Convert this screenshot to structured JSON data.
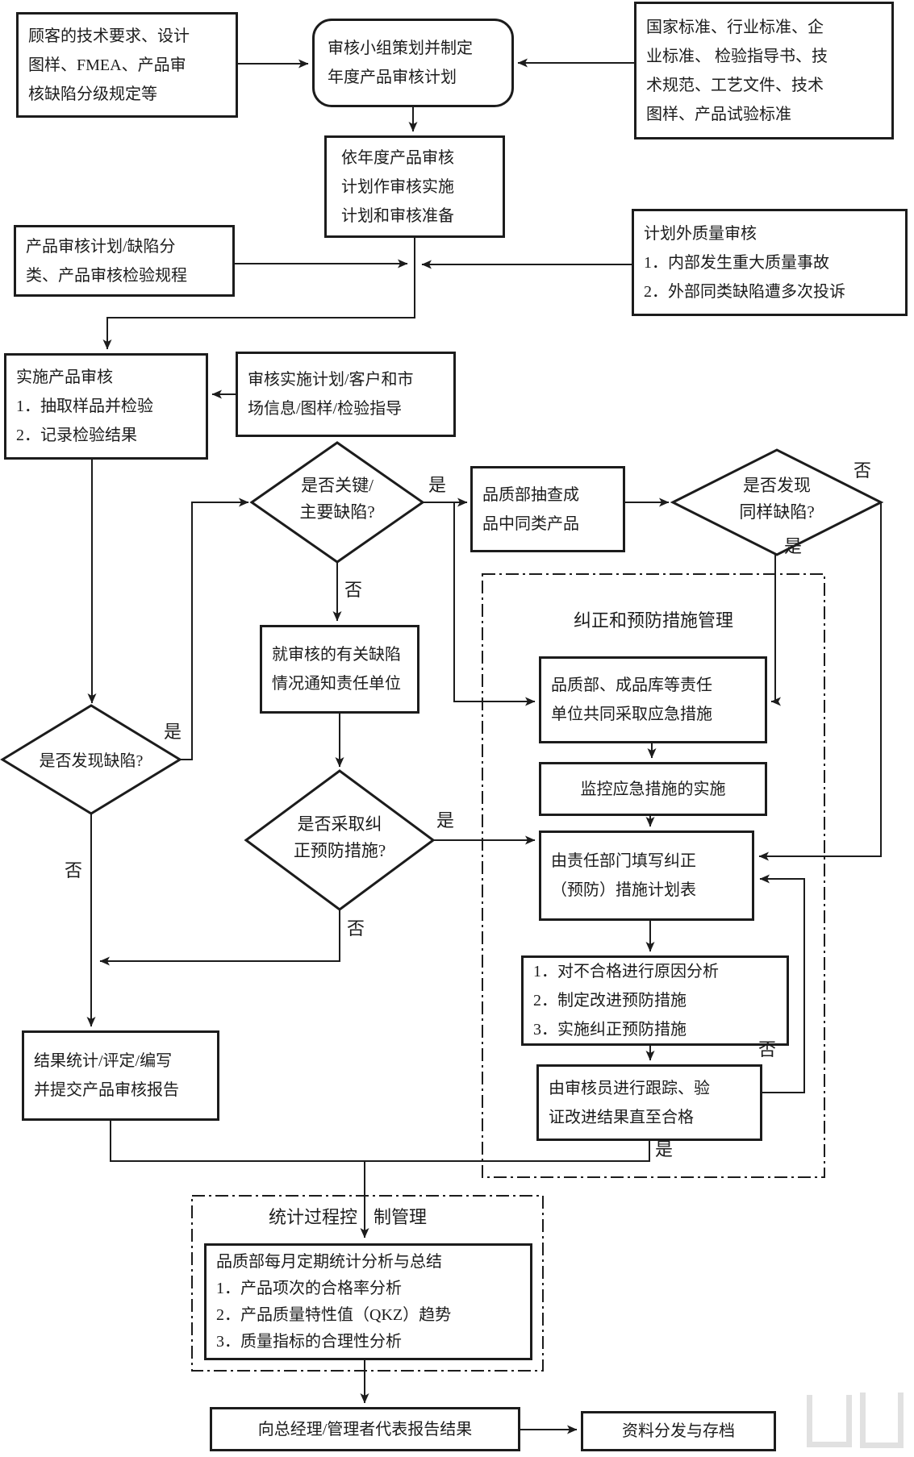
{
  "nodes": {
    "customer_requirements": {
      "lines": [
        "顾客的技术要求、设计",
        "图样、FMEA、产品审",
        "核缺陷分级规定等"
      ]
    },
    "audit_team_plan": {
      "lines": [
        "审核小组策划并制定",
        "年度产品审核计划"
      ]
    },
    "standards_inputs": {
      "lines": [
        "国家标准、行业标准、企",
        "业标准、 检验指导书、技",
        "术规范、工艺文件、技术",
        "图样、产品试验标准"
      ]
    },
    "annual_prepare": {
      "lines": [
        "依年度产品审核",
        "计划作审核实施",
        "计划和审核准备"
      ]
    },
    "audit_plan_defect_class": {
      "lines": [
        "产品审核计划/缺陷分",
        "类、产品审核检验规程"
      ]
    },
    "unplanned_audit": {
      "lines": [
        "计划外质量审核",
        "1．内部发生重大质量事故",
        "2．外部同类缺陷遭多次投诉"
      ]
    },
    "implement_audit": {
      "lines": [
        "实施产品审核",
        "1．抽取样品并检验",
        "2．记录检验结果"
      ]
    },
    "audit_inputs": {
      "lines": [
        "审核实施计划/客户和市",
        "场信息/图样/检验指导"
      ]
    },
    "decision_key_defect": {
      "lines": [
        "是否关键/",
        "主要缺陷?"
      ]
    },
    "qa_spot_check": {
      "lines": [
        "品质部抽查成",
        "品中同类产品"
      ]
    },
    "decision_same_defect": {
      "lines": [
        "是否发现",
        "同样缺陷?"
      ]
    },
    "decision_defect_found": {
      "lines": [
        "是否发现缺陷?"
      ]
    },
    "notify_responsible": {
      "lines": [
        "就审核的有关缺陷",
        "情况通知责任单位"
      ]
    },
    "decision_corrective": {
      "lines": [
        "是否采取纠",
        "正预防措施?"
      ]
    },
    "emergency_measures": {
      "lines": [
        "品质部、成品库等责任",
        "单位共同采取应急措施"
      ]
    },
    "monitor_emergency": {
      "lines": [
        "监控应急措施的实施"
      ]
    },
    "fill_corrective_plan": {
      "lines": [
        "由责任部门填写纠正",
        "（预防）措施计划表"
      ]
    },
    "cause_analysis": {
      "lines": [
        "1．对不合格进行原因分析",
        "2．制定改进预防措施",
        "3．实施纠正预防措施"
      ]
    },
    "auditor_tracking": {
      "lines": [
        "由审核员进行跟踪、验",
        "证改进结果直至合格"
      ]
    },
    "result_report": {
      "lines": [
        "结果统计/评定/编写",
        "并提交产品审核报告"
      ]
    },
    "monthly_stats": {
      "lines": [
        "品质部每月定期统计分析与总结",
        "1．产品项次的合格率分析",
        "2．产品质量特性值（QKZ）趋势",
        "3．质量指标的合理性分析"
      ]
    },
    "report_gm": {
      "lines": [
        "向总经理/管理者代表报告结果"
      ]
    },
    "archive": {
      "lines": [
        "资料分发与存档"
      ]
    }
  },
  "containers": {
    "corrective_management": {
      "label": "纠正和预防措施管理"
    },
    "spc_management": {
      "label_left": "统计过程控",
      "label_right": "制管理"
    }
  },
  "edge_labels": {
    "defect_found_yes": "是",
    "defect_found_no": "否",
    "key_defect_yes": "是",
    "key_defect_no": "否",
    "same_defect_no": "否",
    "same_defect_yes": "是",
    "corrective_yes": "是",
    "corrective_no": "否",
    "track_no": "否",
    "track_yes": "是"
  },
  "colors": {
    "ink": "#1c1c1c",
    "background": "#ffffff"
  }
}
